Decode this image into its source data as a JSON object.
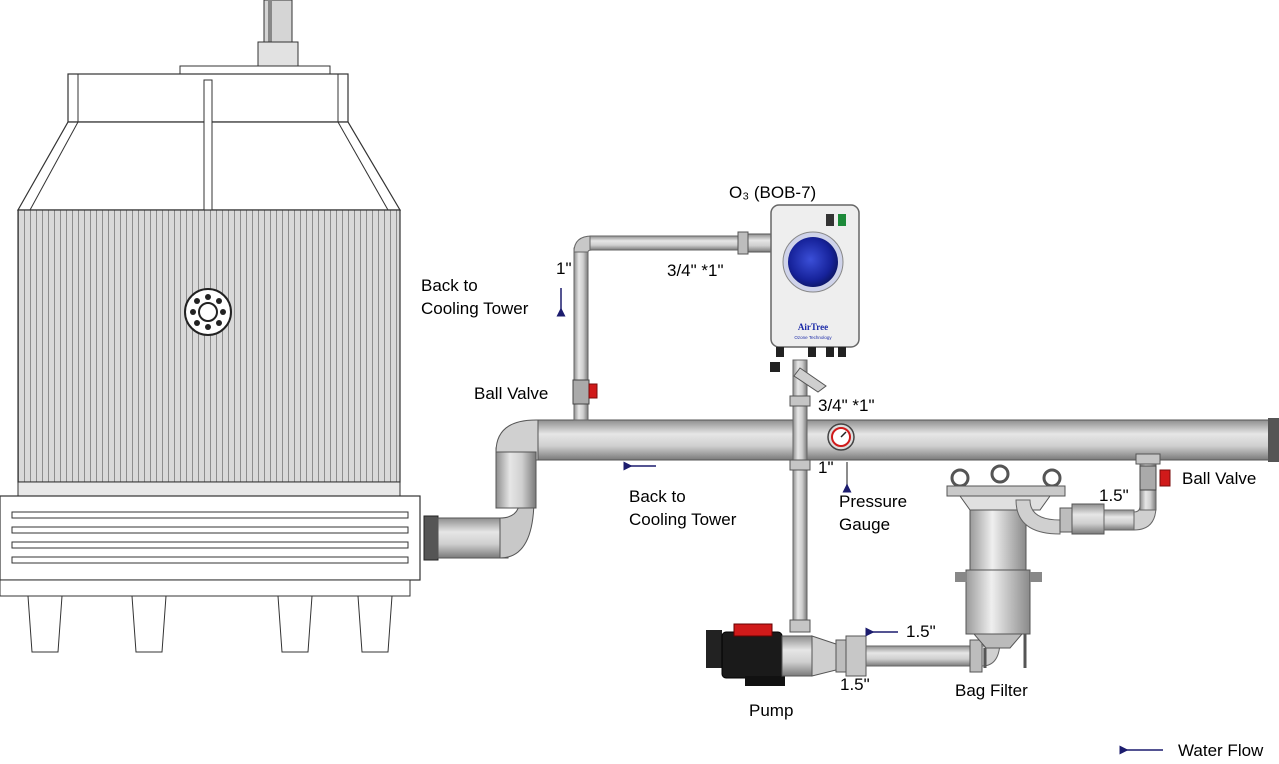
{
  "labels": {
    "ozone_unit": "O₃ (BOB-7)",
    "brand": "AirTree",
    "brand_sub": "Ozone Technology",
    "size_top_left": "1\"",
    "size_top_mid": "3/4\" *1\"",
    "size_mid": "3/4\" *1\"",
    "size_mid_small": "1\"",
    "back_to_tower_top": "Back to\nCooling Tower",
    "back_to_tower_main": "Back to\nCooling Tower",
    "ball_valve_left": "Ball Valve",
    "ball_valve_right": "Ball Valve",
    "pressure_gauge": "Pressure\nGauge",
    "size_right": "1.5\"",
    "size_pump_in": "1.5\"",
    "size_pump_out": "1.5\"",
    "pump": "Pump",
    "bag_filter": "Bag Filter",
    "legend": "Water Flow"
  },
  "colors": {
    "pipe": "#b9b9b9",
    "pipe_highlight": "#e4e4e4",
    "arrow": "#1c1c6e",
    "valve_red": "#d01a1a",
    "ozone_window": "#1b2aa8"
  }
}
